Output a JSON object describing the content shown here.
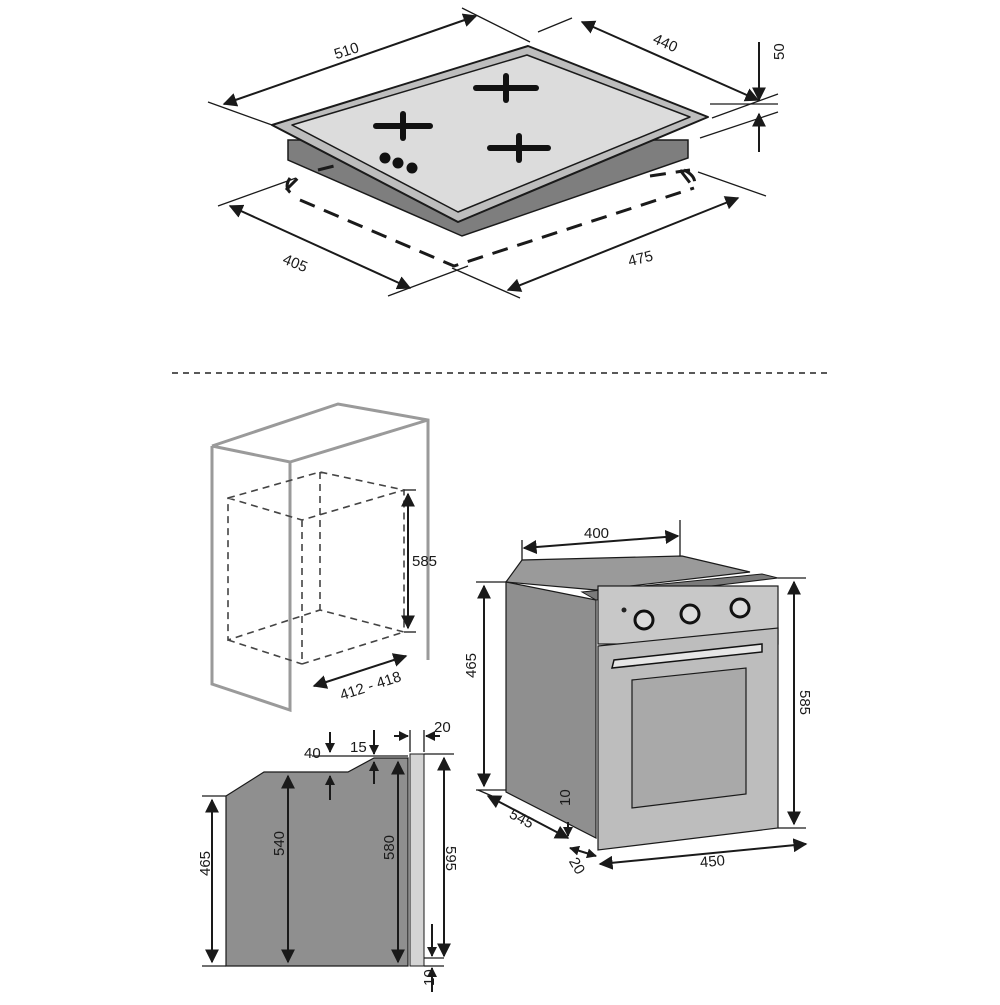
{
  "colors": {
    "line": "#1a1a1a",
    "cabinet_outline": "#9a9a9a",
    "oven_body": "#8f8f8f",
    "oven_side": "#b8b8b8",
    "hob_plate": "#d9d9d9",
    "hob_frame": "#bdbdbd"
  },
  "hob": {
    "width_label": "510",
    "depth_label": "440",
    "height_label": "50",
    "cutout_depth_label": "405",
    "cutout_width_label": "475"
  },
  "niche": {
    "height_label": "585",
    "width_label": "412 - 418"
  },
  "oven_front": {
    "top_width_label": "400",
    "side_height_label": "465",
    "front_height_label": "585",
    "bottom_gap_label": "10",
    "depth_label": "545",
    "door_offset_label": "20",
    "front_width_label": "450"
  },
  "oven_side": {
    "top_step_label": "40",
    "step_label": "15",
    "door_thickness_label": "20",
    "rear_height_label": "465",
    "body_height_label": "540",
    "cavity_height_label": "580",
    "front_height_label": "595",
    "bottom_gap_label": "10"
  }
}
